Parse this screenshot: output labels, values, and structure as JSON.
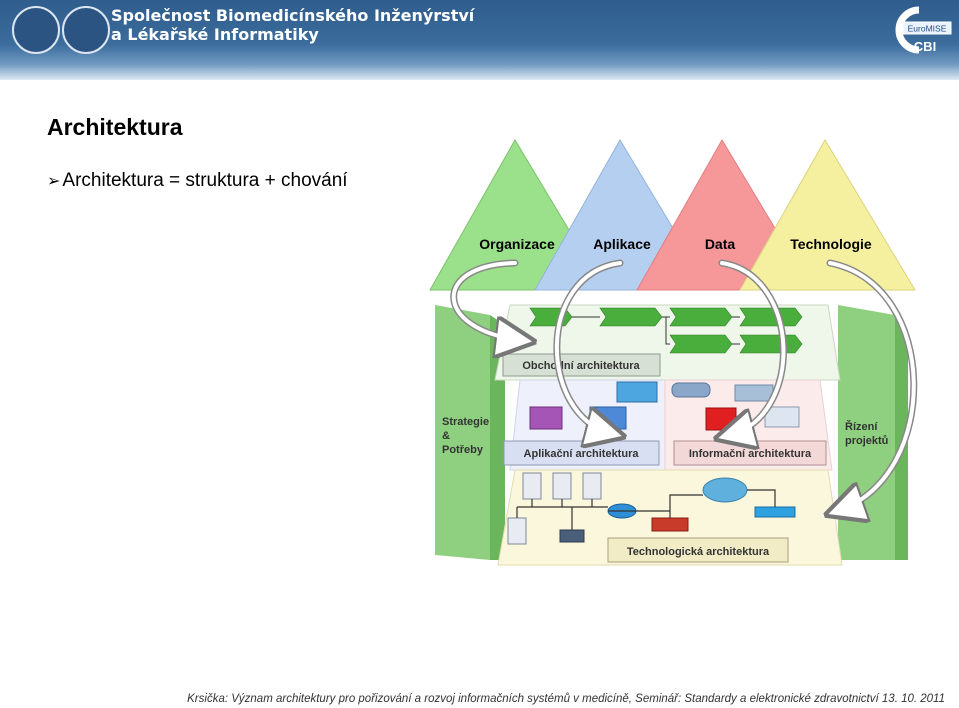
{
  "header": {
    "org_line1": "Společnost Biomedicínského Inženýrství",
    "org_line2": "a Lékařské Informatiky",
    "cbi_text": "CBI",
    "euromise_text": "EuroMISE"
  },
  "slide": {
    "title": "Architektura",
    "bullet": "Architektura = struktura + chování"
  },
  "diagram": {
    "triangles": [
      {
        "label": "Organizace",
        "color": "#9be08a"
      },
      {
        "label": "Aplikace",
        "color": "#b5cff0"
      },
      {
        "label": "Data",
        "color": "#f6979a"
      },
      {
        "label": "Technologie",
        "color": "#f5f0a0"
      }
    ],
    "left_panel": "Strategie & Potřeby",
    "right_panel": "Řízení projektů",
    "layers": {
      "business": "Obchodní architektura",
      "application": "Aplikační architektura",
      "information": "Informační architektura",
      "technology": "Technologická architektura"
    }
  },
  "footer": {
    "text": "Krsička: Význam architektury pro pořizování a rozvoj informačních systémů v medicíně, Seminář: Standardy a elektronické zdravotnictví 13. 10. 2011"
  }
}
